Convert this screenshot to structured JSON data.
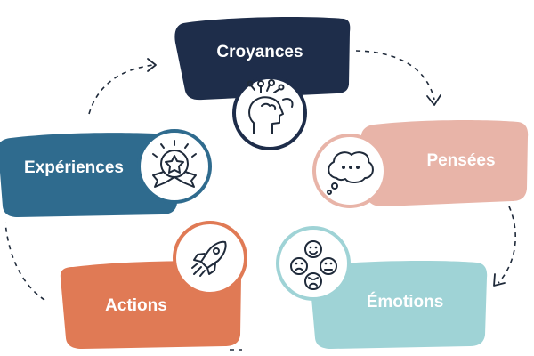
{
  "nodes": {
    "croyances": {
      "label": "Croyances",
      "icon": "head-thinking-icon",
      "color": "#1e2d4a"
    },
    "pensees": {
      "label": "Pensées",
      "icon": "thought-bubble-icon",
      "color": "#e8b4a8"
    },
    "emotions": {
      "label": "Émotions",
      "icon": "emoji-faces-icon",
      "color": "#9fd3d6"
    },
    "actions": {
      "label": "Actions",
      "icon": "rocket-icon",
      "color": "#e07a55"
    },
    "experiences": {
      "label": "Expériences",
      "icon": "award-star-icon",
      "color": "#2f6b8e"
    }
  }
}
